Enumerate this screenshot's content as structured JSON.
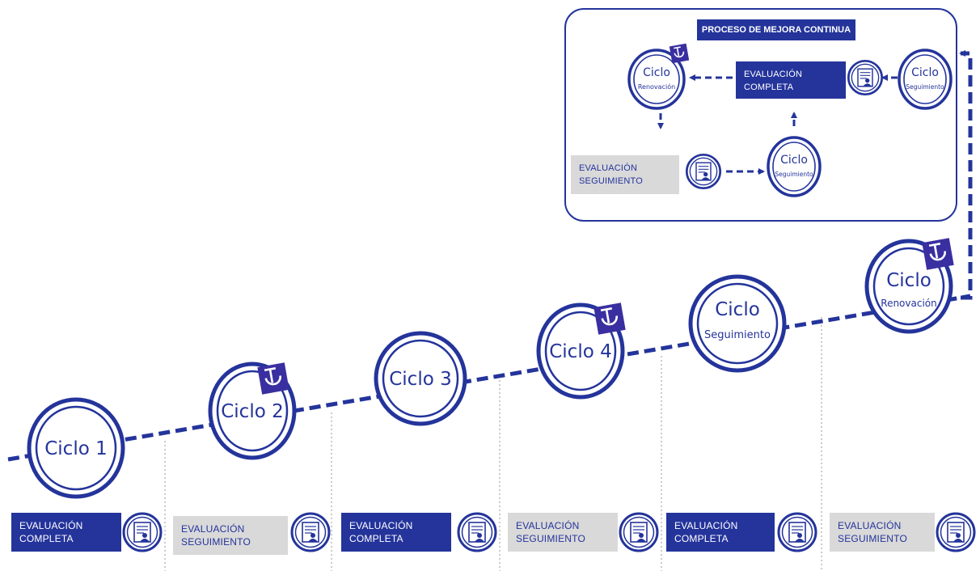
{
  "colors": {
    "primary": "#24349b",
    "gray_box": "#d9d9d9",
    "background": "#ffffff"
  },
  "panel": {
    "title": "PROCESO DE MEJORA CONTINUA",
    "renovacion": {
      "line1": "Ciclo",
      "line2": "Renovación"
    },
    "seguimiento_top": {
      "line1": "Ciclo",
      "line2": "Seguimiento"
    },
    "seguimiento_mid": {
      "line1": "Ciclo",
      "line2": "Seguimiento"
    },
    "evaluacion_completa": {
      "line1": "EVALUACIÓN",
      "line2": "COMPLETA"
    },
    "evaluacion_seguimiento": {
      "line1": "EVALUACIÓN",
      "line2": "SEGUIMIENTO"
    }
  },
  "cycles": [
    {
      "label": "Ciclo 1"
    },
    {
      "label": "Ciclo 2"
    },
    {
      "label": "Ciclo 3"
    },
    {
      "label": "Ciclo 4"
    },
    {
      "line1": "Ciclo",
      "line2": "Seguimiento"
    },
    {
      "line1": "Ciclo",
      "line2": "Renovación"
    }
  ],
  "evaluations": [
    {
      "line1": "EVALUACIÓN",
      "line2": "COMPLETA",
      "style": "blue"
    },
    {
      "line1": "EVALUACIÓN",
      "line2": "SEGUIMIENTO",
      "style": "gray"
    },
    {
      "line1": "EVALUACIÓN",
      "line2": "COMPLETA",
      "style": "blue"
    },
    {
      "line1": "EVALUACIÓN",
      "line2": "SEGUIMIENTO",
      "style": "gray"
    },
    {
      "line1": "EVALUACIÓN",
      "line2": "COMPLETA",
      "style": "blue"
    },
    {
      "line1": "EVALUACIÓN",
      "line2": "SEGUIMIENTO",
      "style": "gray"
    }
  ],
  "icons": {
    "badge": "certification-badge-icon",
    "evaluation": "evaluation-document-icon"
  }
}
